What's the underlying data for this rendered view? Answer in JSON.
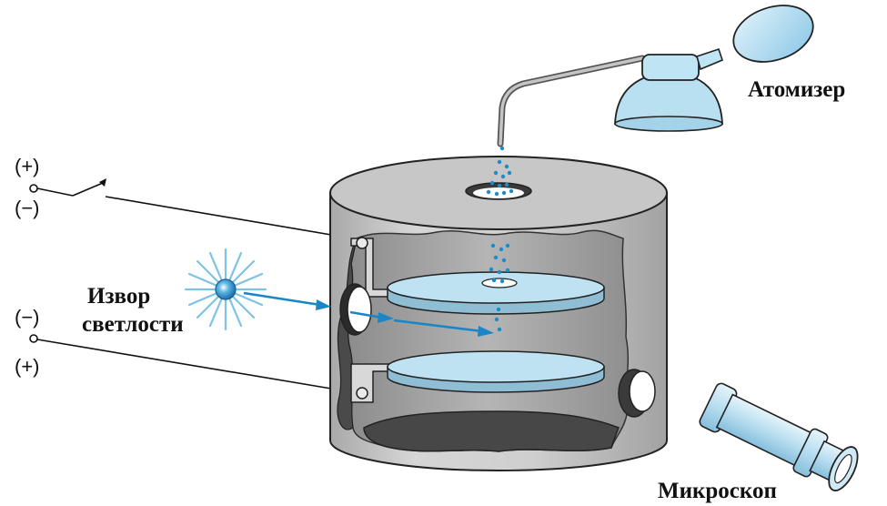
{
  "labels": {
    "atomizer": "Атомизер",
    "light_source_line1": "Извор",
    "light_source_line2": "светлости",
    "microscope": "Микроскоп"
  },
  "terminals": {
    "top_plus": "(+)",
    "top_minus": "(−)",
    "bottom_minus": "(−)",
    "bottom_plus": "(+)"
  },
  "colors": {
    "cylinder_gray": "#c9c9c9",
    "interior_dark": "#505050",
    "plate_blue": "#bfe2f2",
    "droplet_blue": "#1b8cc9",
    "beam_blue": "#1b86c6",
    "bulb_blue": "#a9d7ee"
  }
}
